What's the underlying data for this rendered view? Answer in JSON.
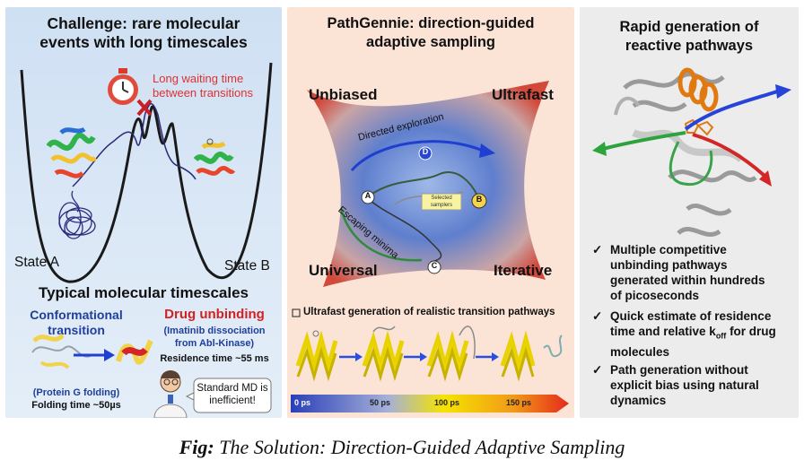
{
  "panel1": {
    "title_line1": "Challenge: rare molecular",
    "title_line2": "events with long timescales",
    "wait_line1": "Long waiting time",
    "wait_line2": "between transitions",
    "state_a": "State A",
    "state_b": "State B",
    "timescales_title": "Typical molecular timescales",
    "conf_line1": "Conformational",
    "conf_line2": "transition",
    "drug_title": "Drug unbinding",
    "drug_sub1": "(Imatinib dissociation",
    "drug_sub2": "from Abl-Kinase)",
    "residence": "Residence time ~55 ms",
    "protein_g": "(Protein G folding)",
    "folding": "Folding time ~50µs",
    "bubble_line1": "Standard MD is",
    "bubble_line2": "inefficient!"
  },
  "panel2": {
    "title_line1": "PathGennie: direction-guided",
    "title_line2": "adaptive sampling",
    "corner_tl": "Unbiased",
    "corner_tr": "Ultrafast",
    "corner_bl": "Universal",
    "corner_br": "Iterative",
    "directed": "Directed exploration",
    "escaping": "Escaping minima",
    "selected_line1": "Selected",
    "selected_line2": "samplers",
    "label_a": "A",
    "label_b": "B",
    "label_c": "C",
    "label_d": "D",
    "ultrafast_note": "Ultrafast generation of realistic transition pathways",
    "timeline": [
      "0 ps",
      "50 ps",
      "100 ps",
      "150 ps"
    ]
  },
  "panel3": {
    "title_line1": "Rapid generation of",
    "title_line2": "reactive pathways",
    "bullets": [
      {
        "l1": "Multiple competitive",
        "l2": "unbinding pathways",
        "l3": "generated within hundreds",
        "l4": "of picoseconds"
      },
      {
        "l1": "Quick estimate of residence",
        "l2": "time and relative k",
        "sub": "off",
        "l2b": " for drug",
        "l3": "molecules"
      },
      {
        "l1": "Path generation without",
        "l2": "explicit bias using natural",
        "l3": "dynamics"
      }
    ]
  },
  "caption": {
    "label": "Fig:",
    "text": " The Solution: Direction-Guided Adaptive Sampling"
  },
  "colors": {
    "red_text": "#e03030",
    "blue_text": "#1f3f9a",
    "drug_red": "#d42020"
  },
  "icons": [
    "stopwatch-icon",
    "cross-mark-icon",
    "scientist-icon",
    "checkbox-icon",
    "check-icon"
  ]
}
